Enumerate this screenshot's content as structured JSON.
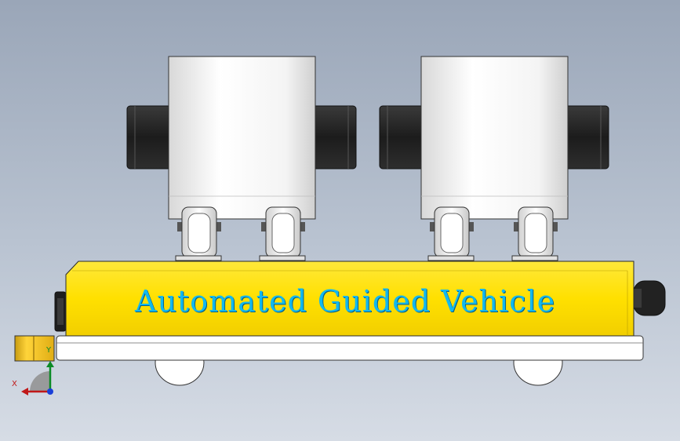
{
  "label": {
    "text": "Automated Guided Vehicle"
  },
  "triad": {
    "x_label": "X",
    "y_label": "Y"
  },
  "colors": {
    "background": "#b9c3d1",
    "body_yellow": "#ffe000",
    "label_blue": "#12b8f0",
    "axis_x": "#c01818",
    "axis_y": "#0b8a25",
    "axis_z": "#1a3fd8"
  }
}
